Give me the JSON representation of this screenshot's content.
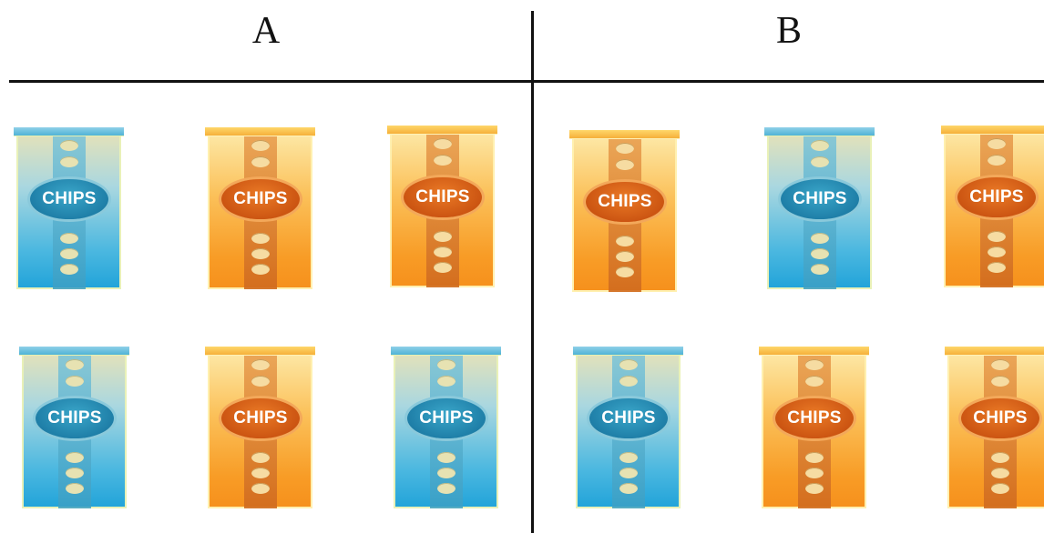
{
  "columns": [
    {
      "header": "A"
    },
    {
      "header": "B"
    }
  ],
  "bag_label": "CHIPS",
  "colors": {
    "blue": "#20a3d9",
    "orange": "#f6901c",
    "divider": "#111111"
  },
  "groups": {
    "A": {
      "row1": [
        "blue",
        "orange",
        "orange"
      ],
      "row2": [
        "blue",
        "orange",
        "blue"
      ]
    },
    "B": {
      "row1": [
        "orange",
        "blue",
        "orange"
      ],
      "row2": [
        "blue",
        "orange",
        "orange"
      ]
    }
  }
}
